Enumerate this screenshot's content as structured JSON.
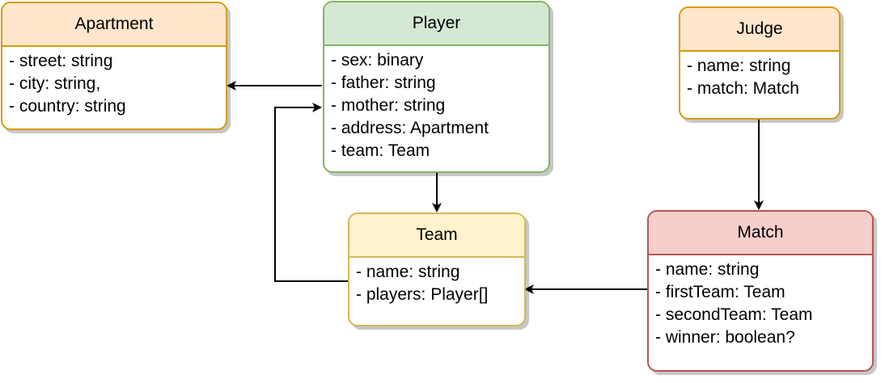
{
  "entities": {
    "apartment": {
      "title": "Apartment",
      "fields": [
        "- street: string",
        "- city: string,",
        "- country: string"
      ]
    },
    "player": {
      "title": "Player",
      "fields": [
        "- sex: binary",
        "- father: string",
        "- mother: string",
        "- address: Apartment",
        "- team: Team"
      ]
    },
    "judge": {
      "title": "Judge",
      "fields": [
        "- name: string",
        "- match: Match"
      ]
    },
    "team": {
      "title": "Team",
      "fields": [
        "- name: string",
        "- players: Player[]"
      ]
    },
    "match": {
      "title": "Match",
      "fields": [
        "- name: string",
        "- firstTeam: Team",
        "- secondTeam: Team",
        "- winner: boolean?"
      ]
    }
  },
  "connections": [
    {
      "from": "player",
      "to": "apartment"
    },
    {
      "from": "player",
      "to": "team"
    },
    {
      "from": "team",
      "to": "player"
    },
    {
      "from": "judge",
      "to": "match"
    },
    {
      "from": "match",
      "to": "team"
    }
  ],
  "colors": {
    "orange_fill": "#ffe6cc",
    "orange_stroke": "#d79b00",
    "green_fill": "#d5e8d4",
    "green_stroke": "#82b366",
    "yellow_fill": "#fff2cc",
    "yellow_stroke": "#d6b656",
    "red_fill": "#f8cecc",
    "red_stroke": "#b85450",
    "arrow": "#000000"
  }
}
